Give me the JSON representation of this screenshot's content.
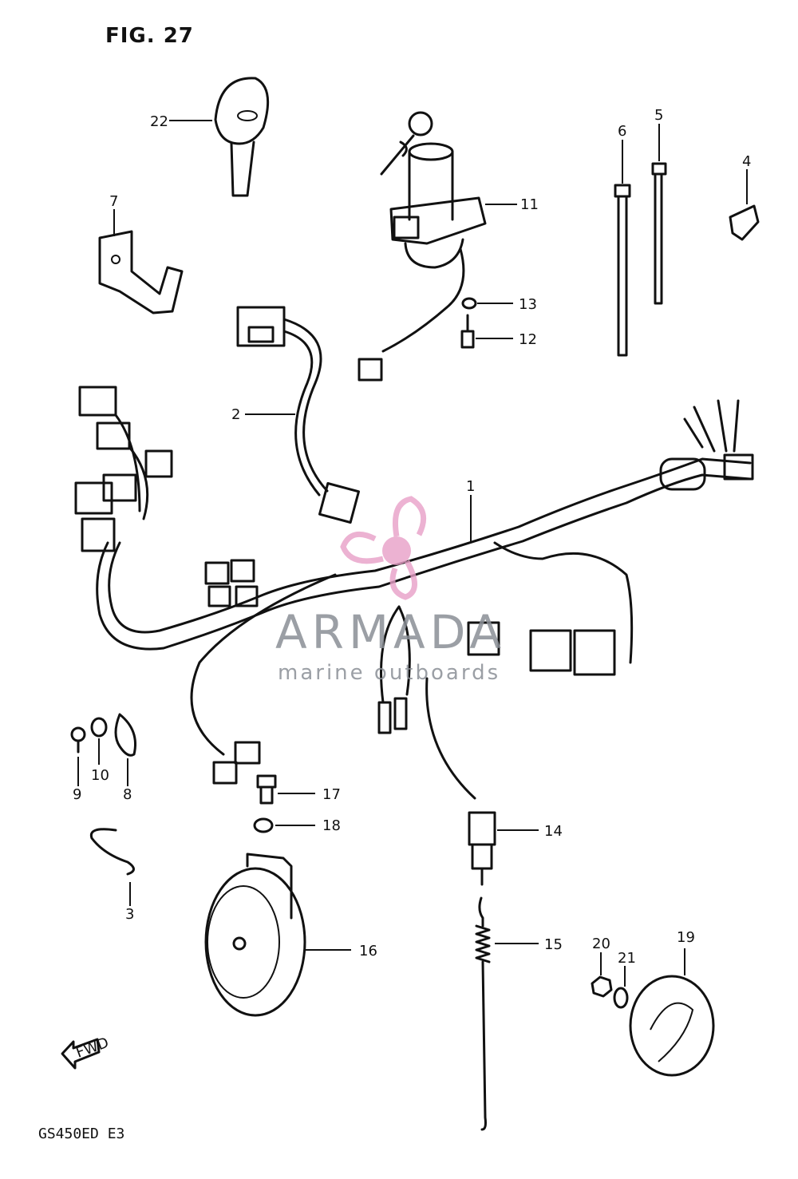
{
  "figure": {
    "title": "FIG. 27",
    "model_code": "GS450ED  E3",
    "fwd_label": "FWD"
  },
  "watermark": {
    "brand": "ARMADA",
    "tagline": "marine outboards",
    "logo_color": "#e8a0c8",
    "text_color": "#8a8f96"
  },
  "callouts": [
    "1",
    "2",
    "3",
    "4",
    "5",
    "6",
    "7",
    "8",
    "9",
    "10",
    "11",
    "12",
    "13",
    "14",
    "15",
    "16",
    "17",
    "18",
    "19",
    "20",
    "21",
    "22"
  ],
  "parts": [
    {
      "id": "1",
      "name": "wiring-harness"
    },
    {
      "id": "2",
      "name": "sub-harness"
    },
    {
      "id": "3",
      "name": "clip"
    },
    {
      "id": "4",
      "name": "clamp"
    },
    {
      "id": "5",
      "name": "cable-tie"
    },
    {
      "id": "6",
      "name": "cable-tie-long"
    },
    {
      "id": "7",
      "name": "bracket"
    },
    {
      "id": "8",
      "name": "clip"
    },
    {
      "id": "9",
      "name": "screw"
    },
    {
      "id": "10",
      "name": "washer"
    },
    {
      "id": "11",
      "name": "ignition-switch"
    },
    {
      "id": "12",
      "name": "bolt"
    },
    {
      "id": "13",
      "name": "washer"
    },
    {
      "id": "14",
      "name": "brake-switch"
    },
    {
      "id": "15",
      "name": "spring"
    },
    {
      "id": "16",
      "name": "horn"
    },
    {
      "id": "17",
      "name": "bolt"
    },
    {
      "id": "18",
      "name": "washer"
    },
    {
      "id": "19",
      "name": "cap"
    },
    {
      "id": "20",
      "name": "nut"
    },
    {
      "id": "21",
      "name": "washer"
    },
    {
      "id": "22",
      "name": "key"
    }
  ]
}
